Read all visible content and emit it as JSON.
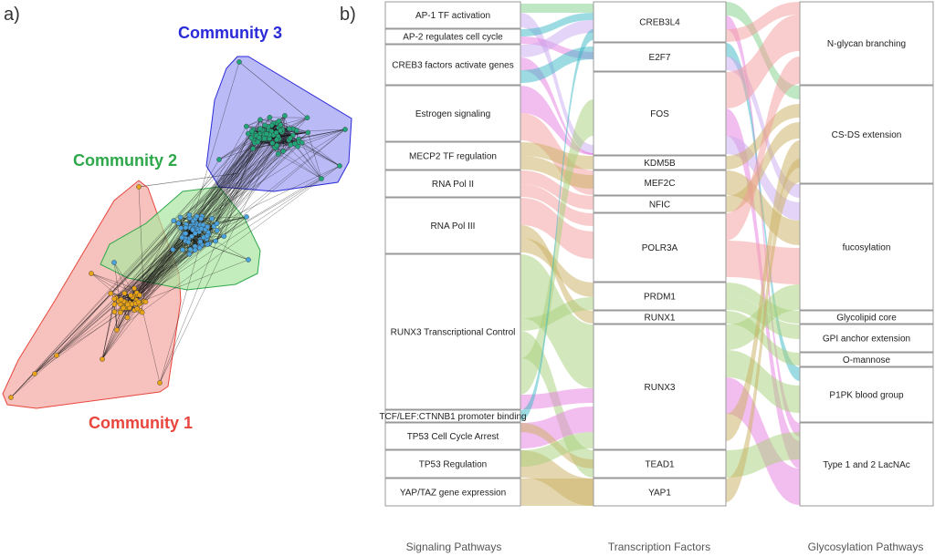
{
  "panel_a": {
    "label": "a)",
    "communities": [
      {
        "name": "Community 1",
        "color": "#e8453c",
        "fill": "#f4a7a3",
        "node_color": "#e8a317"
      },
      {
        "name": "Community 2",
        "color": "#2ea84a",
        "fill": "#a9e6a0",
        "node_color": "#4aa3df"
      },
      {
        "name": "Community 3",
        "color": "#2a2ad9",
        "fill": "#9d9cf2",
        "node_color": "#23a57a"
      }
    ]
  },
  "panel_b": {
    "label": "b)",
    "columns": [
      "Signaling Pathways",
      "Transcription Factors",
      "Glycosylation Pathways"
    ],
    "signaling": [
      "AP-1 TF activation",
      "AP-2 regulates cell cycle",
      "CREB3 factors activate genes",
      "Estrogen signaling",
      "MECP2 TF regulation",
      "RNA Pol II",
      "RNA Pol III",
      "RUNX3 Transcriptional Control",
      "TCF/LEF:CTNNB1 promoter binding",
      "TP53 Cell Cycle Arrest",
      "TP53 Regulation",
      "YAP/TAZ gene expression"
    ],
    "factors": [
      "CREB3L4",
      "E2F7",
      "FOS",
      "KDM5B",
      "MEF2C",
      "NFIC",
      "POLR3A",
      "PRDM1",
      "RUNX1",
      "RUNX3",
      "TEAD1",
      "YAP1"
    ],
    "glycosylation": [
      "N-glycan branching",
      "CS-DS extension",
      "fucosylation",
      "Glycolipid core",
      "GPI anchor extension",
      "O-mannose",
      "P1PK blood group",
      "Type 1 and 2 LacNAc"
    ],
    "flow_colors": [
      "#7fd08a",
      "#e57ee0",
      "#c9a9f0",
      "#39b8c6",
      "#f49b9b",
      "#c9b060",
      "#a8cf7a"
    ]
  }
}
